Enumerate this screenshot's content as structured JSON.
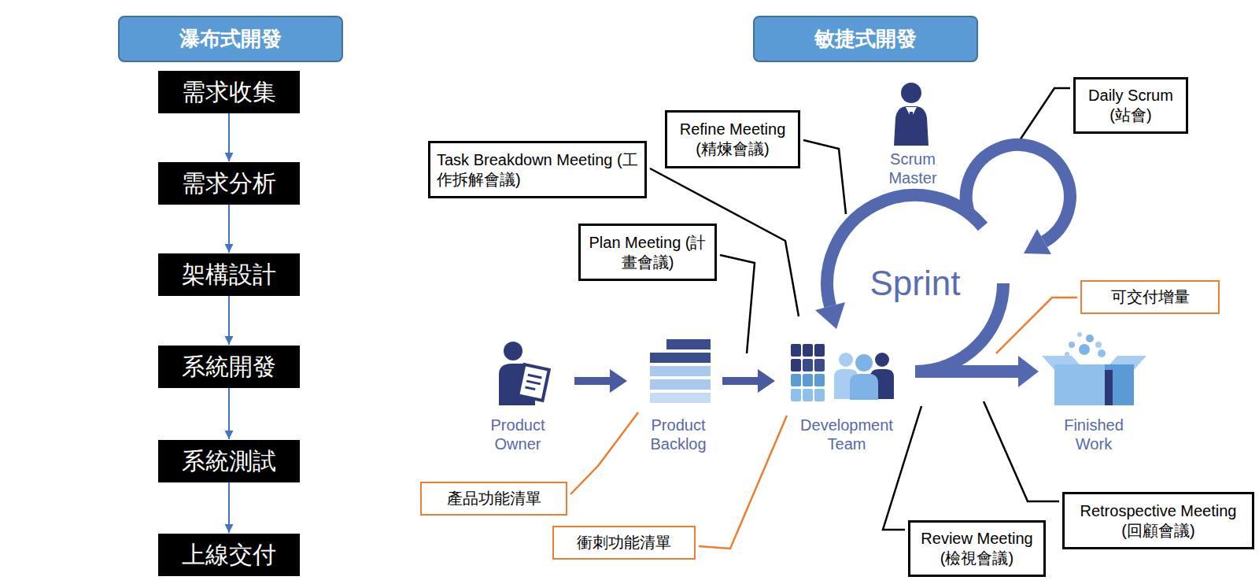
{
  "diagram": {
    "nodes": [
      {
        "text": [
          "瀑布式開發"
        ]
      },
      {
        "text": [
          "敏捷式開發"
        ]
      },
      {
        "text": [
          "需求收集"
        ]
      },
      {
        "text": [
          "需求分析"
        ]
      },
      {
        "text": [
          "架構設計"
        ]
      },
      {
        "text": [
          "系統開發"
        ]
      },
      {
        "text": [
          "系統測試"
        ]
      },
      {
        "text": [
          "上線交付"
        ]
      },
      {
        "text": [
          "Daily Scrum (站會)"
        ]
      },
      {
        "text": [
          "Refine Meeting (精煉會議)"
        ]
      },
      {
        "text": [
          "Task Breakdown Meeting (工作拆解會議)"
        ]
      },
      {
        "text": [
          "Plan Meeting (計畫會議)"
        ]
      },
      {
        "text": [
          "可交付增量"
        ]
      },
      {
        "text": [
          "產品功能清單"
        ]
      },
      {
        "text": [
          "衝刺功能清單"
        ]
      },
      {
        "text": [
          "Review Meeting (檢視會議)"
        ]
      },
      {
        "text": [
          "Retrospective Meeting (回顧會議)"
        ]
      }
    ],
    "edges": [
      {
        "from": 2,
        "to": 3,
        "arrow": "to"
      },
      {
        "from": 3,
        "to": 4,
        "arrow": "to"
      },
      {
        "from": 4,
        "to": 5,
        "arrow": "to"
      },
      {
        "from": 5,
        "to": 6,
        "arrow": "to"
      },
      {
        "from": 6,
        "to": 7,
        "arrow": "to"
      }
    ],
    "labels": [
      "Scrum Master",
      "Sprint",
      "Product Owner",
      "Product Backlog",
      "Development Team",
      "Finished Work"
    ]
  }
}
